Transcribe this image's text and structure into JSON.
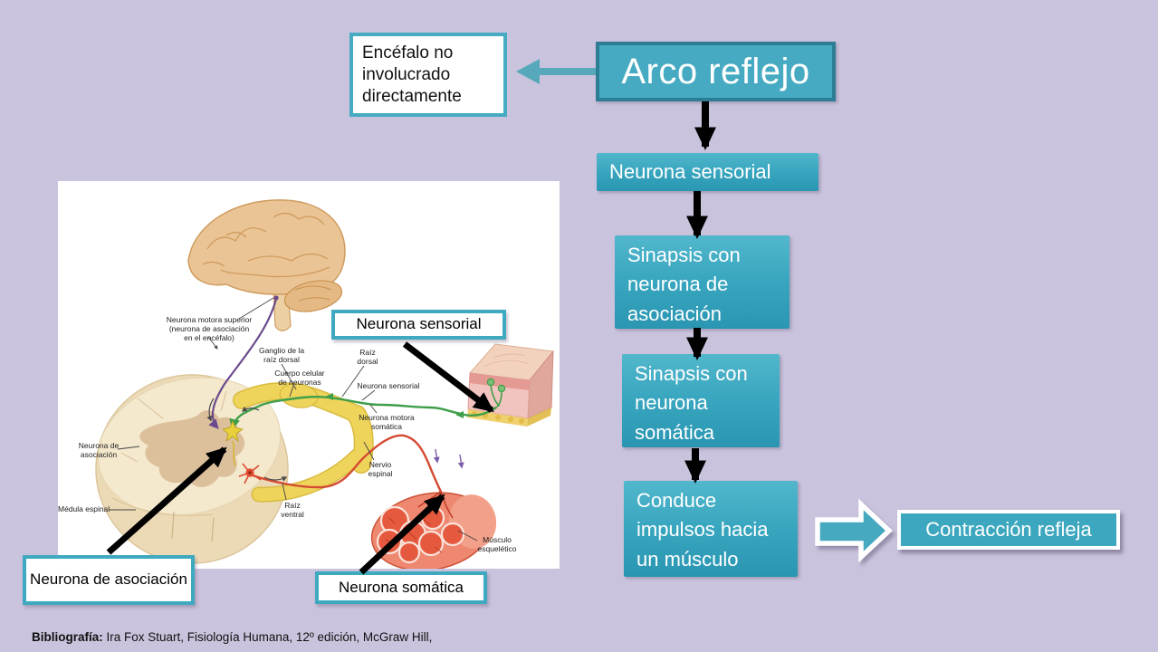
{
  "slide": {
    "background_color": "#cac3dd",
    "accent_color": "#46abc2",
    "title": "Arco reflejo",
    "note_box": "Encéfalo no involucrado directamente",
    "flow_boxes": [
      "Neurona sensorial",
      "Sinapsis con neurona de asociación",
      "Sinapsis con neurona somática",
      "Conduce impulsos hacia un músculo"
    ],
    "result_box": "Contracción refleja",
    "bibliography": {
      "label": "Bibliografía:",
      "text": " Ira Fox Stuart, Fisiología Humana, 12º edición, McGraw Hill,"
    }
  },
  "figure": {
    "callouts": [
      {
        "label": "Neurona sensorial"
      },
      {
        "label": "Neurona de asociación"
      },
      {
        "label": "Neurona somática"
      }
    ],
    "anatomy_labels": [
      {
        "text": "Neurona motora superior\n(neurona de asociación\nen el encéfalo)"
      },
      {
        "text": "Ganglio de la\nraíz dorsal"
      },
      {
        "text": "Raíz\ndorsal"
      },
      {
        "text": "Cuerpo celular\nde neuronas"
      },
      {
        "text": "Neurona sensorial"
      },
      {
        "text": "Neurona motora\nsomática"
      },
      {
        "text": "Nervio\nespinal"
      },
      {
        "text": "Raíz\nventral"
      },
      {
        "text": "Neurona de\nasociación"
      },
      {
        "text": "Médula espinal"
      },
      {
        "text": "Músculo\nesquelético"
      }
    ]
  }
}
